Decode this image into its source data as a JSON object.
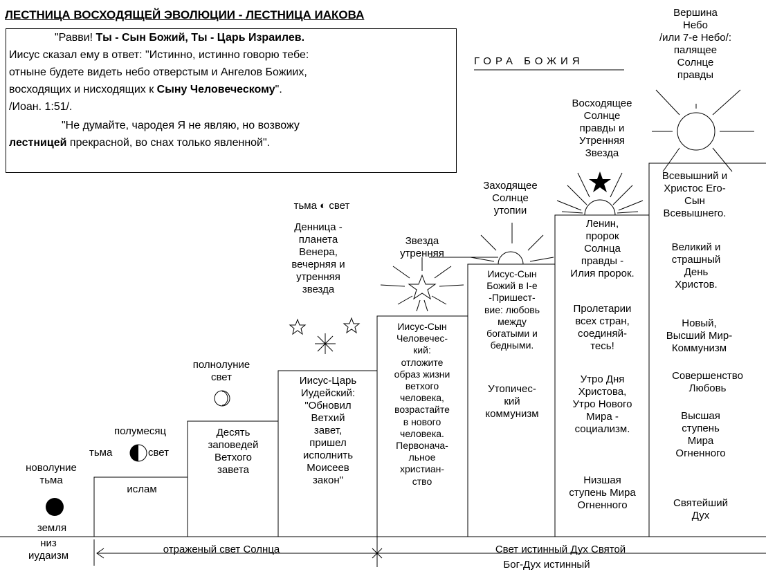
{
  "title": "ЛЕСТНИЦА ВОСХОДЯЩЕЙ  ЭВОЛЮЦИИ - ЛЕСТНИЦА ИАКОВА",
  "quote": {
    "line1_prefix": "\"Равви!  ",
    "line1_bold": "Ты - Сын Божий, Ты - Царь Израилев.",
    "line2": "Иисус сказал ему в ответ: \"Истинно, истинно говорю тебе:",
    "line3": "отныне будете видеть небо отверстым и Ангелов Божиих,",
    "line4_prefix": "восходящих и нисходящих к ",
    "line4_bold": "Сыну Человеческому",
    "line4_suffix": "\".",
    "line5": "/Иоан. 1:51/.",
    "line6": "\"Не думайте, чародея Я  не являю, но возвожу",
    "line7_bold": "лестницей",
    "line7_suffix": "   прекрасной, во снах только явленной\"."
  },
  "gora": "ГОРА  БОЖИЯ",
  "summit": "Вершина\nНебо\n/или 7-е Небо/:\nпалящее\nСолнце\nправды",
  "sky": {
    "voskhod": "Восходящее\nСолнце\nправды и\nУтренняя\nЗвезда",
    "zakhod": "Заходящее\nСолнце\nутопии",
    "zvezda": "Звезда\nутренняя",
    "tma_svet": "тьма ◐ свет",
    "dennitsa": "Денница -\nпланета\nВенера,\nвечерняя и\nутренняя\nзвезда",
    "polnolunie": "полнолуние\nсвет",
    "polumesyats": "полумесяц",
    "tma2": "тьма",
    "svet2": "свет",
    "novolunie": "новолуние\nтьма"
  },
  "steps": {
    "s1": "ислам",
    "s2": "Десять\nзаповедей\nВетхого\nзавета",
    "s3": "Иисус-Царь\nИудейский:\n\"Обновил\nВетхий\nзавет,\nпришел\nисполнить\nМоисеев\nзакон\"",
    "s4": "Иисус-Сын\nЧеловечес-\nкий:\nотложите\nобраз жизни\nветхого\nчеловека,\nвозрастайте\nв нового\nчеловека.\nПервонача-\nльное\nхристиан-\nство",
    "s5a": "Иисус-Сын\nБожий в I-е\n-Пришест-\nвие: любовь\nмежду\nбогатыми и\nбедными.",
    "s5b": "Утопичес-\nкий\nкоммунизм",
    "s6a": "Ленин,\nпророк\nСолнца\nправды -\nИлия пророк.",
    "s6b": "Пролетарии\nвсех стран,\nсоединяй-\nтесь!",
    "s6c": "Утро Дня\nХристова,\nУтро Нового\nМира -\nсоциализм.",
    "s6d": "Низшая\nступень Мира\nОгненного",
    "s7a": "Всевышний и\nХристос Его-\nСын\nВсевышнего.",
    "s7b": "Великий и\nстрашный\nДень\nХристов.",
    "s7c": "Новый,\nВысший Мир-\nКоммунизм",
    "s7d": "Совершенство\nЛюбовь",
    "s7e": "Высшая\nступень\nМира\nОгненного",
    "s7f": "Святейший\nДух"
  },
  "ground": {
    "zemlya": "земля",
    "niz": "низ\nиудаизм",
    "otrazh": "отраженый свет Солнца",
    "svet_ist": "Свет истинный Дух Святой",
    "bog_dukh": "Бог-Дух истинный"
  }
}
